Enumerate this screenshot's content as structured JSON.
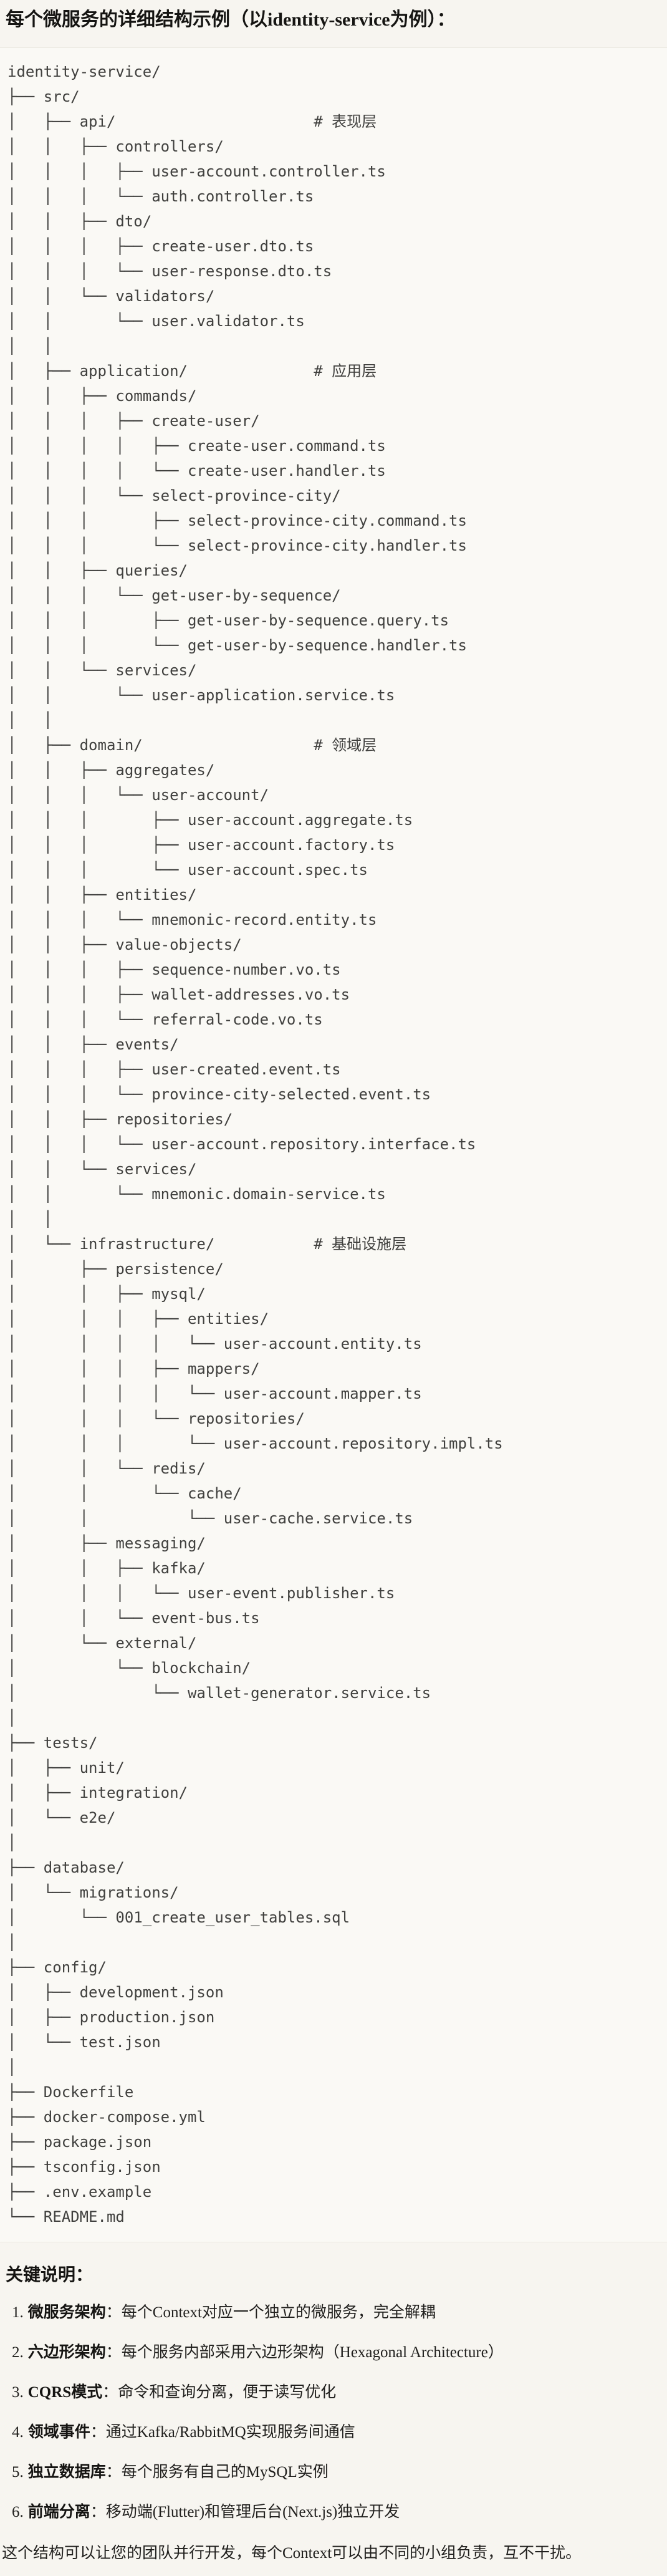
{
  "title": "每个微服务的详细结构示例（以identity-service为例）：",
  "tree_lines": [
    "identity-service/",
    "├── src/",
    "│   ├── api/                      # 表现层",
    "│   │   ├── controllers/",
    "│   │   │   ├── user-account.controller.ts",
    "│   │   │   └── auth.controller.ts",
    "│   │   ├── dto/",
    "│   │   │   ├── create-user.dto.ts",
    "│   │   │   └── user-response.dto.ts",
    "│   │   └── validators/",
    "│   │       └── user.validator.ts",
    "│   │",
    "│   ├── application/              # 应用层",
    "│   │   ├── commands/",
    "│   │   │   ├── create-user/",
    "│   │   │   │   ├── create-user.command.ts",
    "│   │   │   │   └── create-user.handler.ts",
    "│   │   │   └── select-province-city/",
    "│   │   │       ├── select-province-city.command.ts",
    "│   │   │       └── select-province-city.handler.ts",
    "│   │   ├── queries/",
    "│   │   │   └── get-user-by-sequence/",
    "│   │   │       ├── get-user-by-sequence.query.ts",
    "│   │   │       └── get-user-by-sequence.handler.ts",
    "│   │   └── services/",
    "│   │       └── user-application.service.ts",
    "│   │",
    "│   ├── domain/                   # 领域层",
    "│   │   ├── aggregates/",
    "│   │   │   └── user-account/",
    "│   │   │       ├── user-account.aggregate.ts",
    "│   │   │       ├── user-account.factory.ts",
    "│   │   │       └── user-account.spec.ts",
    "│   │   ├── entities/",
    "│   │   │   └── mnemonic-record.entity.ts",
    "│   │   ├── value-objects/",
    "│   │   │   ├── sequence-number.vo.ts",
    "│   │   │   ├── wallet-addresses.vo.ts",
    "│   │   │   └── referral-code.vo.ts",
    "│   │   ├── events/",
    "│   │   │   ├── user-created.event.ts",
    "│   │   │   └── province-city-selected.event.ts",
    "│   │   ├── repositories/",
    "│   │   │   └── user-account.repository.interface.ts",
    "│   │   └── services/",
    "│   │       └── mnemonic.domain-service.ts",
    "│   │",
    "│   └── infrastructure/           # 基础设施层",
    "│       ├── persistence/",
    "│       │   ├── mysql/",
    "│       │   │   ├── entities/",
    "│       │   │   │   └── user-account.entity.ts",
    "│       │   │   ├── mappers/",
    "│       │   │   │   └── user-account.mapper.ts",
    "│       │   │   └── repositories/",
    "│       │   │       └── user-account.repository.impl.ts",
    "│       │   └── redis/",
    "│       │       └── cache/",
    "│       │           └── user-cache.service.ts",
    "│       ├── messaging/",
    "│       │   ├── kafka/",
    "│       │   │   └── user-event.publisher.ts",
    "│       │   └── event-bus.ts",
    "│       └── external/",
    "│           └── blockchain/",
    "│               └── wallet-generator.service.ts",
    "│",
    "├── tests/",
    "│   ├── unit/",
    "│   ├── integration/",
    "│   └── e2e/",
    "│",
    "├── database/",
    "│   └── migrations/",
    "│       └── 001_create_user_tables.sql",
    "│",
    "├── config/",
    "│   ├── development.json",
    "│   ├── production.json",
    "│   └── test.json",
    "│",
    "├── Dockerfile",
    "├── docker-compose.yml",
    "├── package.json",
    "├── tsconfig.json",
    "├── .env.example",
    "└── README.md"
  ],
  "notes": {
    "heading": "关键说明：",
    "items": [
      {
        "num": "1.",
        "term": "微服务架构",
        "desc": "：每个Context对应一个独立的微服务，完全解耦"
      },
      {
        "num": "2.",
        "term": "六边形架构",
        "desc": "：每个服务内部采用六边形架构（Hexagonal Architecture）"
      },
      {
        "num": "3.",
        "term": "CQRS模式",
        "desc": "：命令和查询分离，便于读写优化"
      },
      {
        "num": "4.",
        "term": "领域事件",
        "desc": "：通过Kafka/RabbitMQ实现服务间通信"
      },
      {
        "num": "5.",
        "term": "独立数据库",
        "desc": "：每个服务有自己的MySQL实例"
      },
      {
        "num": "6.",
        "term": "前端分离",
        "desc": "：移动端(Flutter)和管理后台(Next.js)独立开发"
      }
    ],
    "footer": "这个结构可以让您的团队并行开发，每个Context可以由不同的小组负责，互不干扰。"
  },
  "colors": {
    "page_background": "#F7F5F0",
    "code_background": "#FAF9F5",
    "divider": "#E9E7E0",
    "code_text": "#40403E",
    "heading_text": "#151412"
  }
}
